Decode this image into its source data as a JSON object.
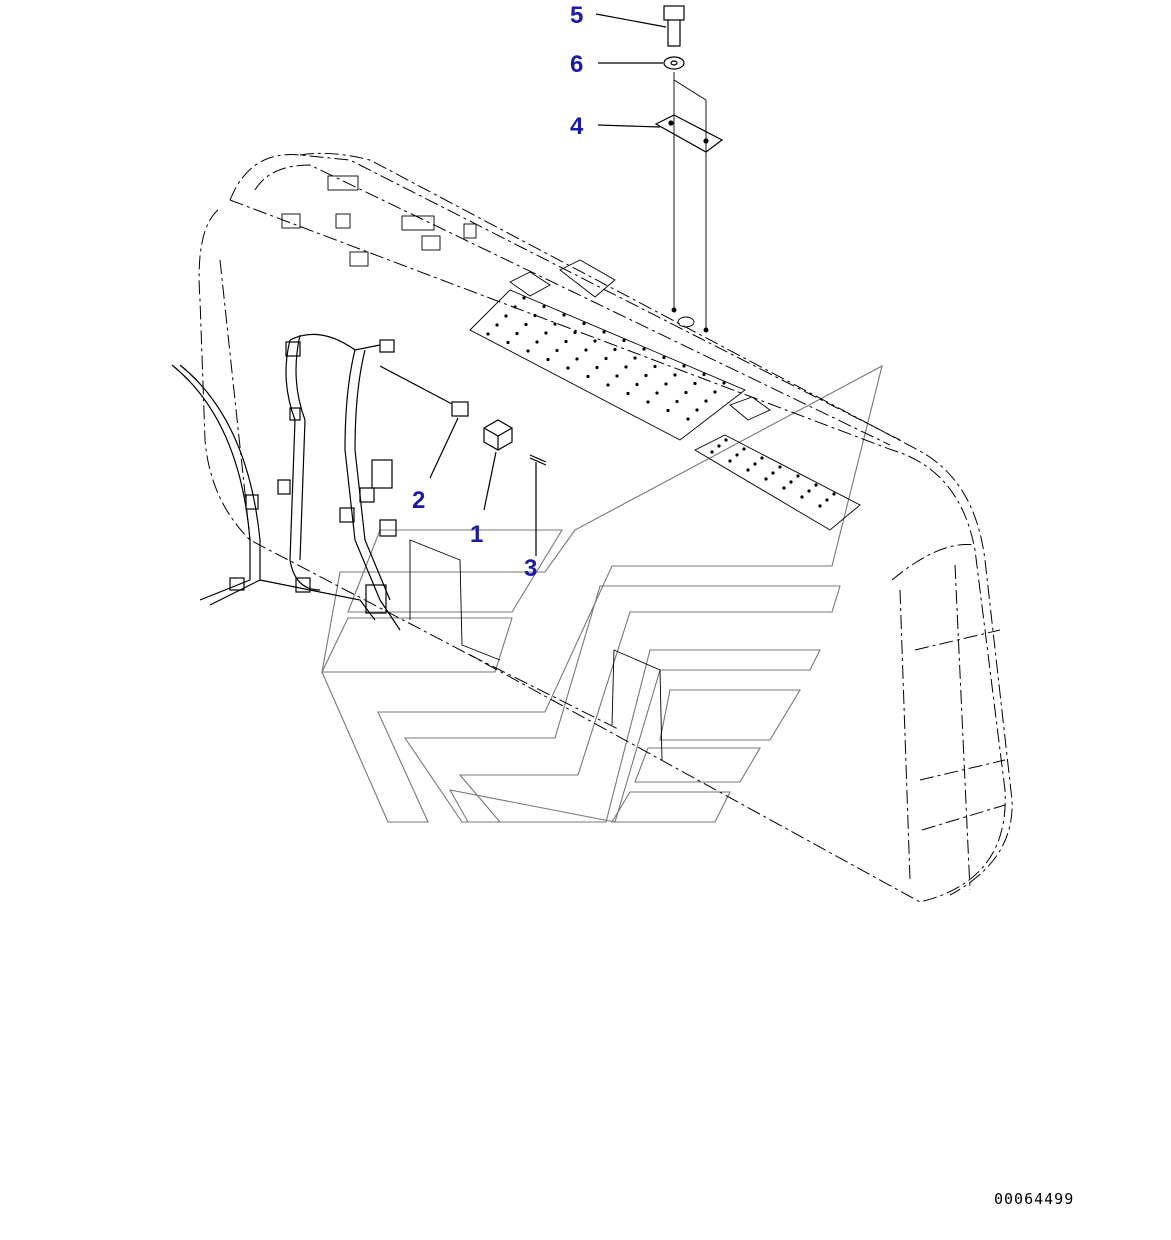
{
  "callout_color": "#1a1aa8",
  "line_color": "#000000",
  "logo_color": "#777777",
  "callouts": [
    {
      "label": "5",
      "part": "bolt"
    },
    {
      "label": "6",
      "part": "washer"
    },
    {
      "label": "4",
      "part": "plate"
    },
    {
      "label": "2",
      "part": "clip"
    },
    {
      "label": "1",
      "part": "block"
    },
    {
      "label": "3",
      "part": "pin"
    }
  ],
  "drawing_number": "00064499"
}
